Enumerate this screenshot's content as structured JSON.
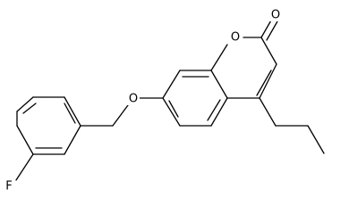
{
  "molecule": {
    "atoms": {
      "carbonyl_oxygen": "O",
      "ring_oxygen": "O",
      "ether_oxygen": "O",
      "fluorine": "F"
    }
  }
}
